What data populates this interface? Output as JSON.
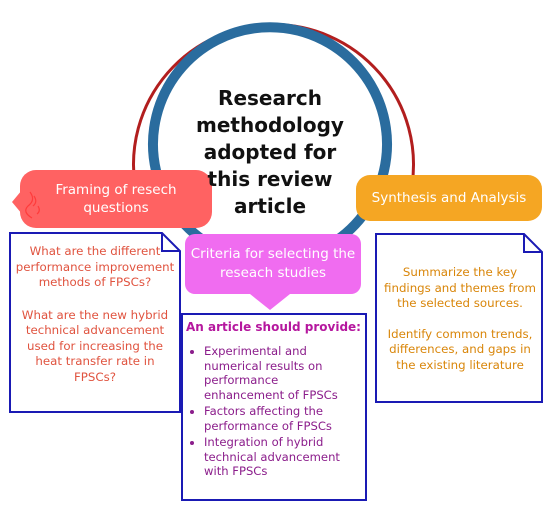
{
  "center": {
    "title_lines": [
      "Research",
      "methodology",
      "adopted for",
      "this review",
      "article"
    ]
  },
  "framing": {
    "label": "Framing of resech questions",
    "questions": [
      "What are the different performance improvement methods of FPSCs?",
      "What are the new hybrid technical advancement used for increasing the heat transfer rate in FPSCs?"
    ]
  },
  "criteria": {
    "label": "Criteria for selecting the  reseach studies",
    "heading": "An article should provide:",
    "items": [
      "Experimental and numerical results on performance enhancement of FPSCs",
      "Factors affecting the performance of FPSCs",
      "Integration of hybrid technical advancement with FPSCs"
    ]
  },
  "synthesis": {
    "label": "Synthesis and Analysis",
    "points": [
      "Summarize the key findings and themes from the selected sources.",
      "Identify common trends, differences, and gaps in the existing literature"
    ]
  },
  "colors": {
    "framing": "#ff6262",
    "synthesis": "#f5a623",
    "criteria": "#f06cf0",
    "ring": "#2a6c9e",
    "outer_arc": "#b21e1e",
    "note_border": "#1a1ab4"
  }
}
